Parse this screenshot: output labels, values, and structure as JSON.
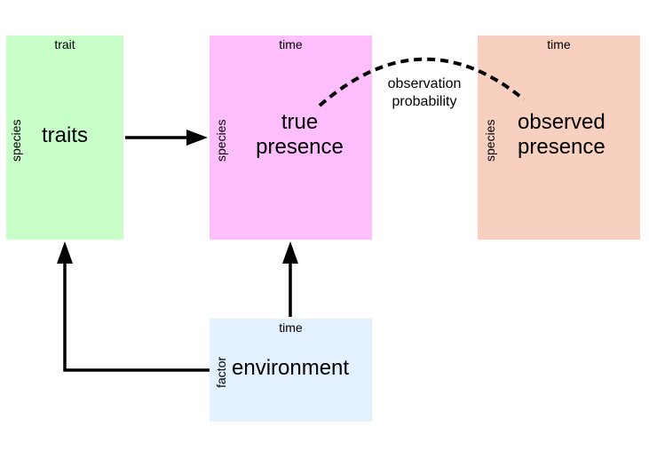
{
  "colors": {
    "traits_box": "#c8ffc8",
    "presence_box": "#ffbfff",
    "observed_box": "#f8d0c0",
    "environment_box": "#e3f0fd",
    "arrow": "#000000"
  },
  "traits": {
    "top": "trait",
    "side": "species",
    "main": "traits"
  },
  "true_presence": {
    "top": "time",
    "side": "species",
    "line1": "true",
    "line2": "presence"
  },
  "observed_presence": {
    "top": "time",
    "side": "species",
    "line1": "observed",
    "line2": "presence"
  },
  "environment": {
    "top": "time",
    "side": "factor",
    "main": "environment"
  },
  "observation": {
    "line1": "observation",
    "line2": "probability"
  }
}
